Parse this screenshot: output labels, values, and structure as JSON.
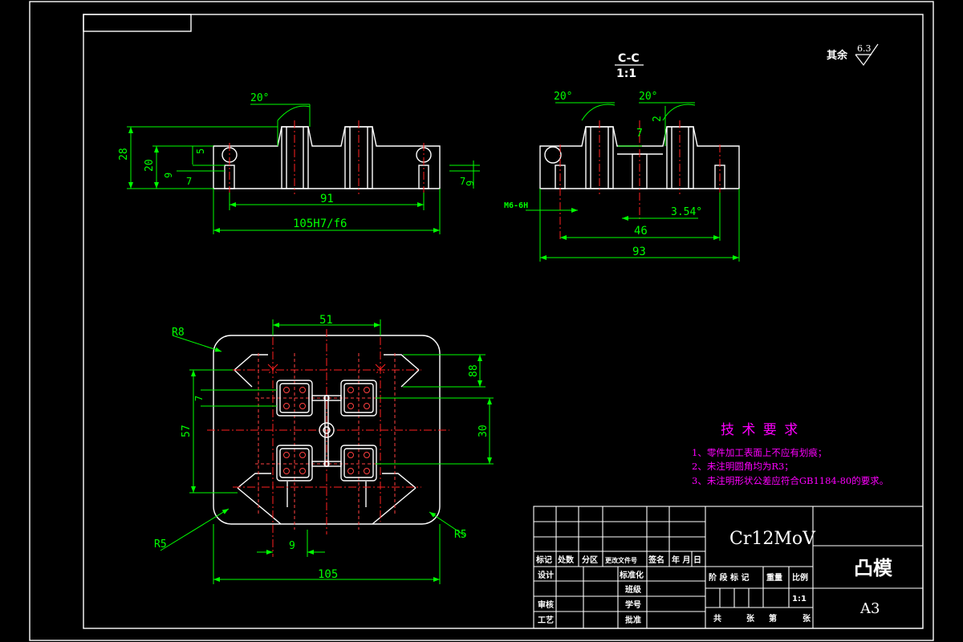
{
  "material": "Cr12MoV",
  "part_name": "凸模",
  "sheet_size": "A3",
  "surface_note": {
    "label": "其余",
    "value": "6.3"
  },
  "section": {
    "label": "C-C",
    "scale": "1:1"
  },
  "dims_front": {
    "angle": "20°",
    "h28": "28",
    "h20": "20",
    "h5": "5",
    "h9": "9",
    "h7": "7",
    "h9r": "9",
    "h7r": "7",
    "w91": "91",
    "w105": "105H7/f6"
  },
  "dims_section": {
    "angle_l": "20°",
    "angle_r": "20°",
    "d7": "7",
    "d2": "2",
    "thread": "M6-6H",
    "d354": "3.54°",
    "w46": "46",
    "w93": "93"
  },
  "dims_top": {
    "r8": "R8",
    "r5l": "R5",
    "r5r": "R5",
    "w51": "51",
    "h88": "88",
    "h7": "7",
    "h57": "57",
    "h30": "30",
    "w9": "9",
    "w105": "105"
  },
  "tech_req": {
    "title": "技 术 要 求",
    "items": [
      "1、零件加工表面上不应有划痕；",
      "2、未注明圆角均为R3；",
      "3、未注明形状公差应符合GB1184-80的要求。"
    ]
  },
  "title_block": {
    "row_labels": [
      "标记",
      "处数",
      "分区",
      "更改文件号",
      "签名",
      "年 月 日"
    ],
    "design": "设计",
    "standard": "标准化",
    "class": "班级",
    "review": "审核",
    "student_id": "学号",
    "process": "工艺",
    "approve": "批准",
    "stage": "阶 段 标 记",
    "weight": "重量",
    "ratio": "比例",
    "ratio_val": "1:1",
    "total": "共",
    "sheets": "张",
    "nth": "第",
    "sheet2": "张"
  }
}
